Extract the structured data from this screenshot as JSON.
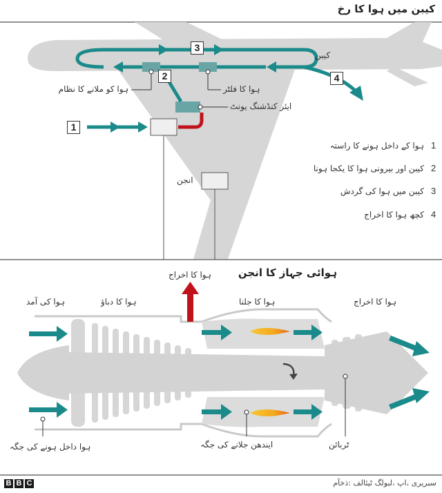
{
  "top_title": "کیبن میں ہوا کا رخ",
  "bottom_title": "ہوائی جہاز کا انجن",
  "top_labels": {
    "cabin": "کیبن",
    "mixing": "ہوا کو ملانے کا نظام",
    "filter": "ہوا کا فلٹر",
    "ac_unit": "ایئر کنڈشنگ یونٹ",
    "engine": "انجن"
  },
  "boxes": [
    "1",
    "2",
    "3",
    "4"
  ],
  "legend": [
    {
      "num": "1",
      "text": "ہوا کے داخل ہونے کا راستہ"
    },
    {
      "num": "2",
      "text": "کیبن اور بیرونی ہوا کا یکجا ہونا"
    },
    {
      "num": "3",
      "text": "کیبن میں ہوا کی گردش"
    },
    {
      "num": "4",
      "text": "کچھ ہوا کا اخراج"
    }
  ],
  "engine_labels": {
    "exhaust_top": "ہوا کا اخراج",
    "intake": "ہوا کی آمد",
    "compression": "ہوا کا دباؤ",
    "combustion": "ہوا کا جلنا",
    "exhaust": "ہوا کا اخراج",
    "entry_point": "ہوا داخل ہونے کی جگہ",
    "fuel_point": "ایندھن جلانے کی جگہ",
    "turbine": "ٹربائن"
  },
  "footer": {
    "brand": [
      "B",
      "B",
      "C"
    ],
    "source": "سبریری ،اپ ،لبولگ ٹیئالف :ذخآم"
  },
  "colors": {
    "teal": "#1b8a8a",
    "red": "#c0121a",
    "grey": "#d3d3d3",
    "flame": "#f4a91d"
  }
}
